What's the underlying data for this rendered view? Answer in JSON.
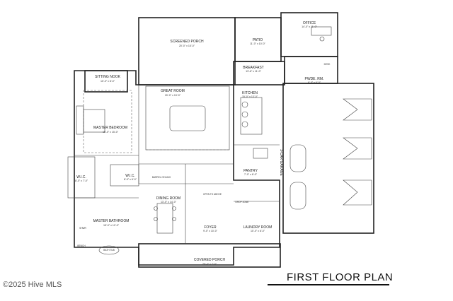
{
  "title": "FIRST FLOOR PLAN",
  "watermark": "©2025 Hive MLS",
  "rooms": {
    "office": {
      "name": "OFFICE",
      "dim": "14'-0\" x 11'-0\""
    },
    "patio": {
      "name": "PATIO",
      "dim": "11'-0\" x 10'-0\""
    },
    "screened_porch": {
      "name": "SCREENED PORCH",
      "dim": "20'-0\" x 15'-0\""
    },
    "breakfast": {
      "name": "BREAKFAST",
      "dim": "13'-6\" x 11'-0\""
    },
    "pwde": {
      "name": "PWDE. RM.",
      "dim": "6'-0\" x 6'-0\""
    },
    "sitting_nook": {
      "name": "SITTING NOOK",
      "dim": "10'-0\" x 8'-0\""
    },
    "great_room": {
      "name": "GREAT ROOM",
      "dim": "20'-0\" x 19'-0\""
    },
    "kitchen": {
      "name": "KITCHEN",
      "dim": "15'-0\" x 13'-0\""
    },
    "master_bedroom": {
      "name": "MASTER BEDROOM",
      "dim": "16'-0\" x 15'-0\""
    },
    "garage": {
      "name": "3-CAR GARAGE"
    },
    "pantry": {
      "name": "PANTRY",
      "dim": "7'-0\" x 6'-0\""
    },
    "wic_left": {
      "name": "W.I.C.",
      "dim": "8'-0\" x 7'-0\""
    },
    "wic_mid": {
      "name": "W.I.C.",
      "dim": "8'-0\" x 6'-0\""
    },
    "dining_room": {
      "name": "DINING ROOM",
      "dim": "13'-0\" x 14'-0\""
    },
    "open_to_above": {
      "name": "OPEN TO ABOVE"
    },
    "laundry": {
      "name": "LAUNDRY ROOM",
      "dim": "10'-0\" x 8'-0\""
    },
    "master_bath": {
      "name": "MASTER BATHROOM",
      "dim": "15'-0\" x 12'-0\""
    },
    "foyer": {
      "name": "FOYER",
      "dim": "9'-0\" x 10'-0\""
    },
    "covered_porch": {
      "name": "COVERED PORCH",
      "dim": "29'-0\" x 7'-0\""
    }
  },
  "labels": {
    "barrel_ceiling": "BARREL CEILING",
    "bath_tub": "BATH TUB",
    "drop_zone": "DROP ZONE",
    "desk": "DESK",
    "bench": "BENCH",
    "shower": "SHWR"
  }
}
